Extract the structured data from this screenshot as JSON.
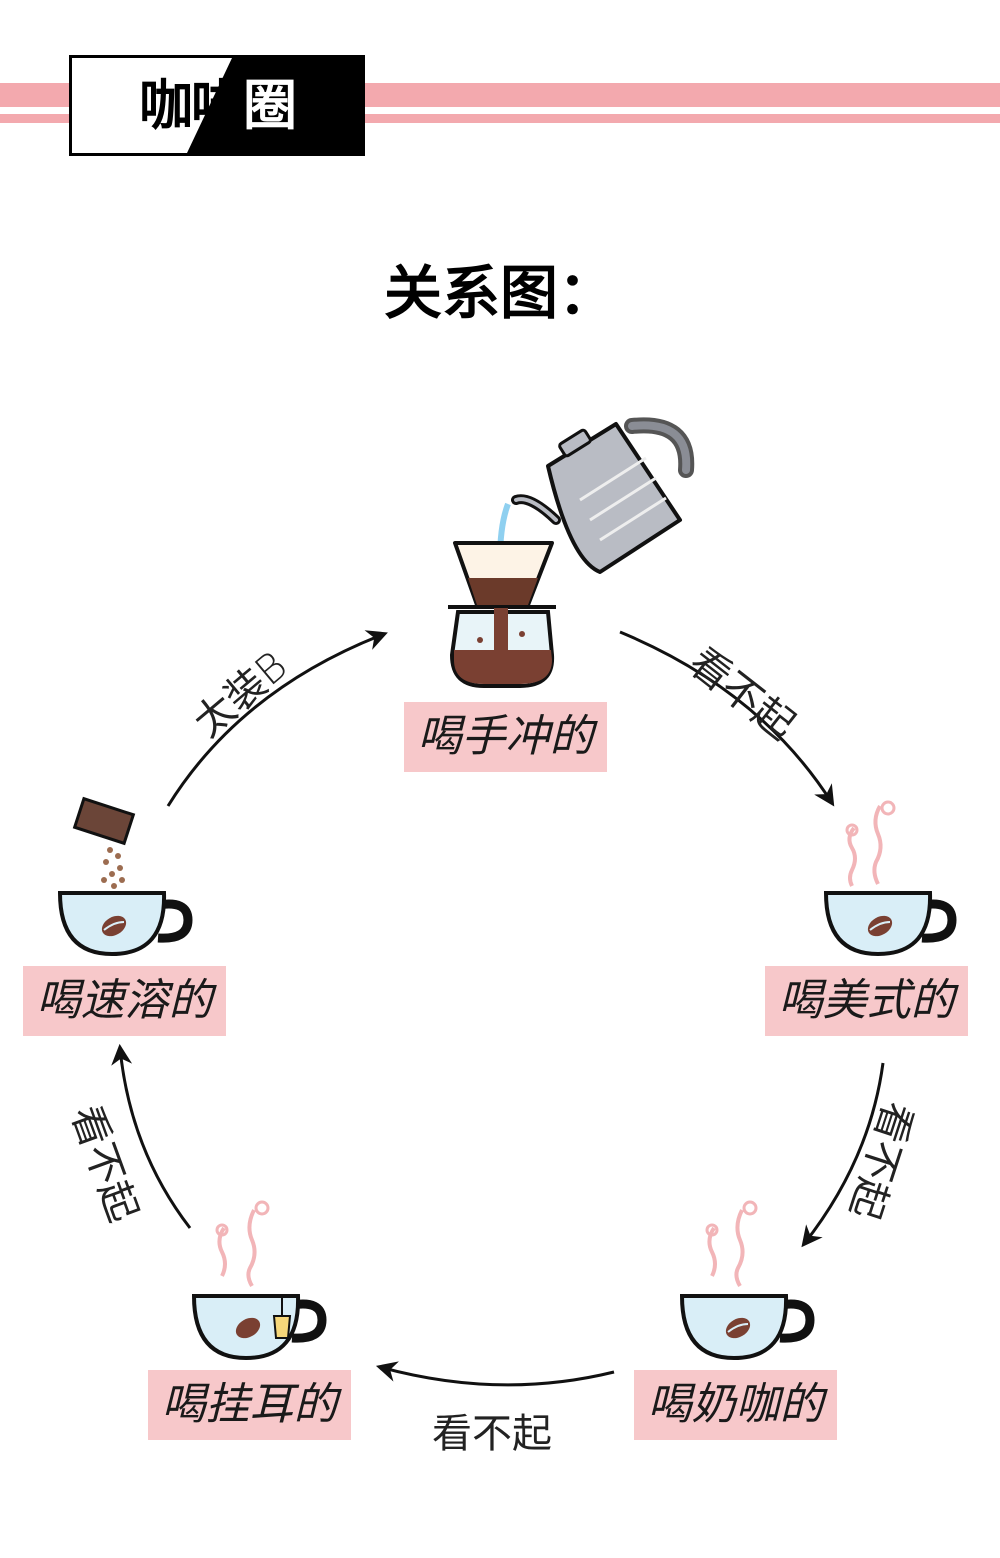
{
  "header": {
    "title_a": "咖啡",
    "title_b": "圈"
  },
  "diagram": {
    "title": "关系图：",
    "nodes": [
      {
        "id": "hand-drip",
        "label": "喝手冲的"
      },
      {
        "id": "americano",
        "label": "喝美式的"
      },
      {
        "id": "latte",
        "label": "喝奶咖的"
      },
      {
        "id": "drip-bag",
        "label": "喝挂耳的"
      },
      {
        "id": "instant",
        "label": "喝速溶的"
      }
    ],
    "edges": [
      {
        "from": "hand-drip",
        "to": "americano",
        "label": "看不起"
      },
      {
        "from": "americano",
        "to": "latte",
        "label": "看不起"
      },
      {
        "from": "latte",
        "to": "drip-bag",
        "label": "看不起"
      },
      {
        "from": "drip-bag",
        "to": "instant",
        "label": "看不起"
      },
      {
        "from": "instant",
        "to": "hand-drip",
        "label": "太装B"
      }
    ],
    "colors": {
      "stripe": "#f3a9ae",
      "label_bg": "#f7c8ca",
      "coffee": "#7a4032",
      "cup_fill": "#d9eef7",
      "steam": "#f2b5b8",
      "kettle": "#b9bcc4"
    }
  }
}
